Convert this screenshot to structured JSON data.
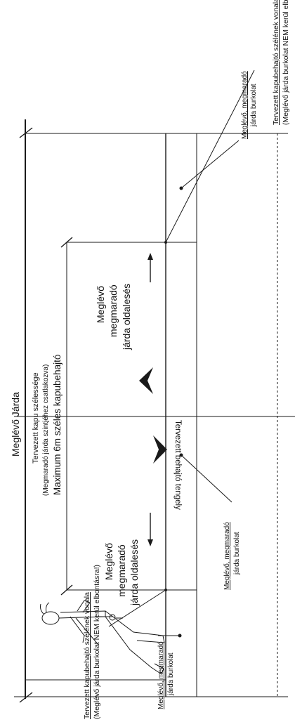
{
  "labels": {
    "top_right_line1": "Tervezett kapubehajtó szélének vonala",
    "top_right_line2": "(Meglévő járda burkolat NEM kerül elbontásra!)",
    "bottom_left_line1": "Tervezett kapubehajtó szélének vonala",
    "bottom_left_line2": "(Meglévő járda burkolat NEM kerül elbontásra!)",
    "existing_sidewalk": "Meglévő Járda",
    "gate_width_line1": "Tervezett kapu szélessége",
    "gate_width_line2": "(Megmaradó járda szintjéhez csatlakozva)",
    "max_width": "Maximum 6m széles kapubehajtó",
    "slope_upper_line1": "Meglévő",
    "slope_upper_line2": "megmaradó",
    "slope_upper_line3": "járda oldalesés",
    "slope_lower_line1": "Meglévő",
    "slope_lower_line2": "megmaradó",
    "slope_lower_line3": "járda oldalesés",
    "axis": "Tervezett behajtó tengely",
    "pav_top_line1": "Meglévő, megmaradó",
    "pav_top_line2": "járda burkolat",
    "pav_mid_line1": "Meglévő, megmaradó",
    "pav_mid_line2": "járda burkolat",
    "pav_bottom_line1": "Meglévő, megmaradó",
    "pav_bottom_line2": "járda burkolat"
  },
  "icons": [
    "pedestrian-icon",
    "arrow-up-icon",
    "arrow-down-icon",
    "chevron-up-icon",
    "chevron-down-icon"
  ],
  "colors": {
    "ink": "#1a1a1a",
    "paper": "#ffffff"
  }
}
